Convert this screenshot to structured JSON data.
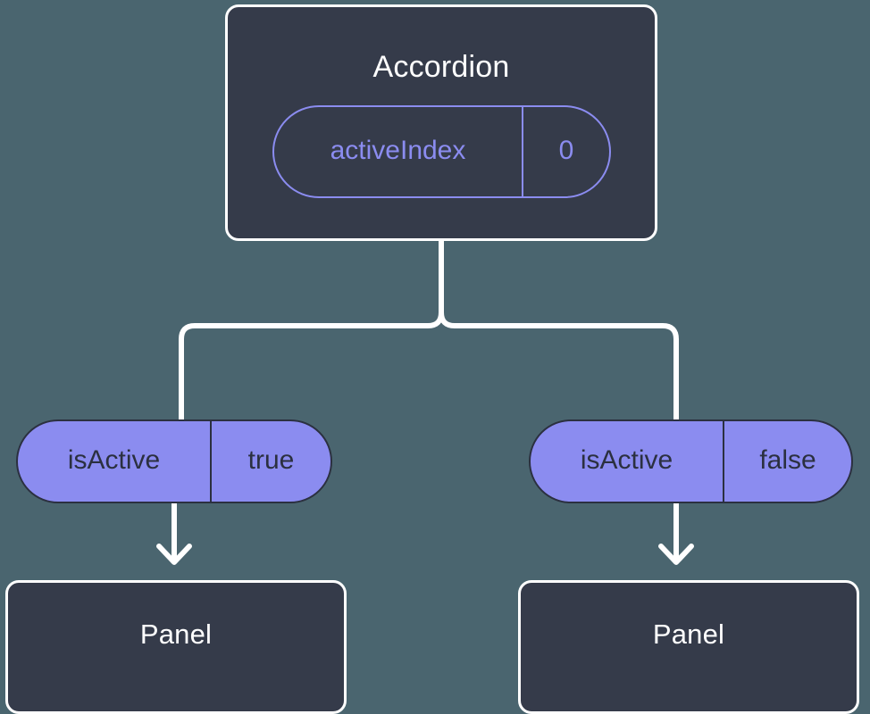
{
  "diagram": {
    "background_color": "#4a656f",
    "node_fill_color": "#353b4a",
    "node_border_color": "#ffffff",
    "accent_color": "#8b8cf0",
    "pill_text_color": "#2b3040",
    "connector_color": "#ffffff"
  },
  "root": {
    "title": "Accordion",
    "state": {
      "key": "activeIndex",
      "value": "0"
    }
  },
  "branches": [
    {
      "prop": {
        "key": "isActive",
        "value": "true"
      },
      "child": {
        "title": "Panel"
      }
    },
    {
      "prop": {
        "key": "isActive",
        "value": "false"
      },
      "child": {
        "title": "Panel"
      }
    }
  ]
}
